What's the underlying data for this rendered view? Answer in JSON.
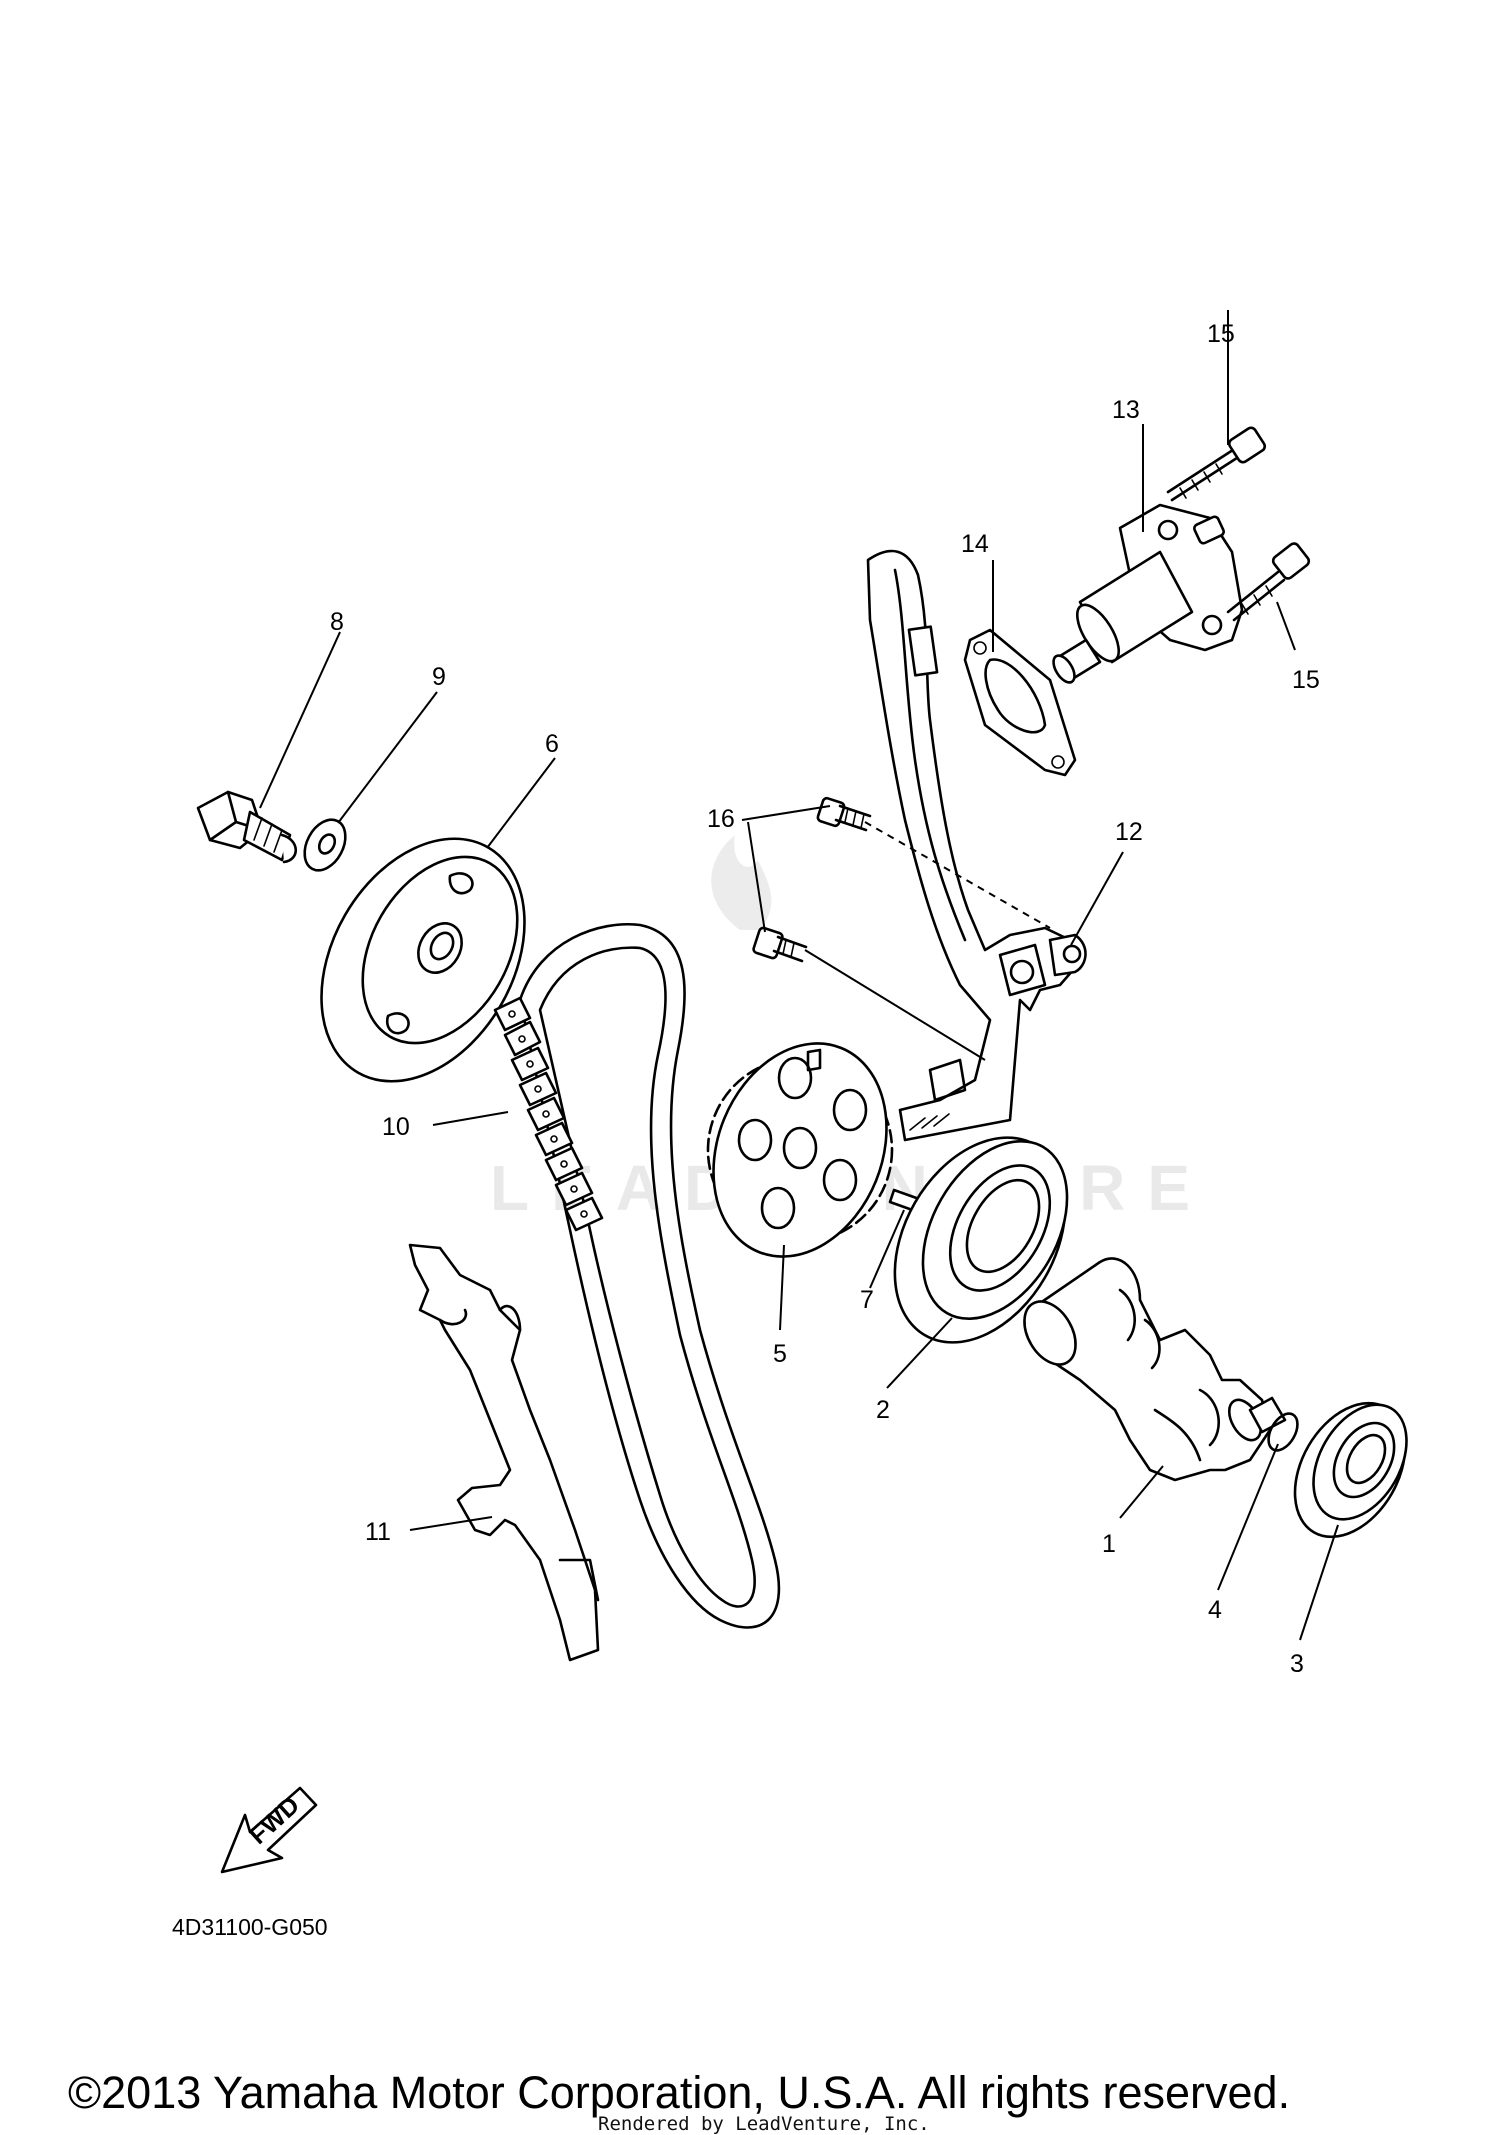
{
  "diagram": {
    "callouts": [
      {
        "id": "1",
        "text": "1"
      },
      {
        "id": "2",
        "text": "2"
      },
      {
        "id": "3",
        "text": "3"
      },
      {
        "id": "4",
        "text": "4"
      },
      {
        "id": "5",
        "text": "5"
      },
      {
        "id": "6",
        "text": "6"
      },
      {
        "id": "7",
        "text": "7"
      },
      {
        "id": "8",
        "text": "8"
      },
      {
        "id": "9",
        "text": "9"
      },
      {
        "id": "10",
        "text": "10"
      },
      {
        "id": "11",
        "text": "11"
      },
      {
        "id": "12",
        "text": "12"
      },
      {
        "id": "13",
        "text": "13"
      },
      {
        "id": "14",
        "text": "14"
      },
      {
        "id": "15a",
        "text": "15"
      },
      {
        "id": "15b",
        "text": "15"
      },
      {
        "id": "16",
        "text": "16"
      }
    ],
    "direction_badge": "FWD",
    "diagram_code": "4D31100-G050",
    "watermark": "LEADVENTURE",
    "copyright": "©2013 Yamaha Motor Corporation, U.S.A. All rights reserved.",
    "rendered_by": "Rendered by LeadVenture, Inc."
  }
}
